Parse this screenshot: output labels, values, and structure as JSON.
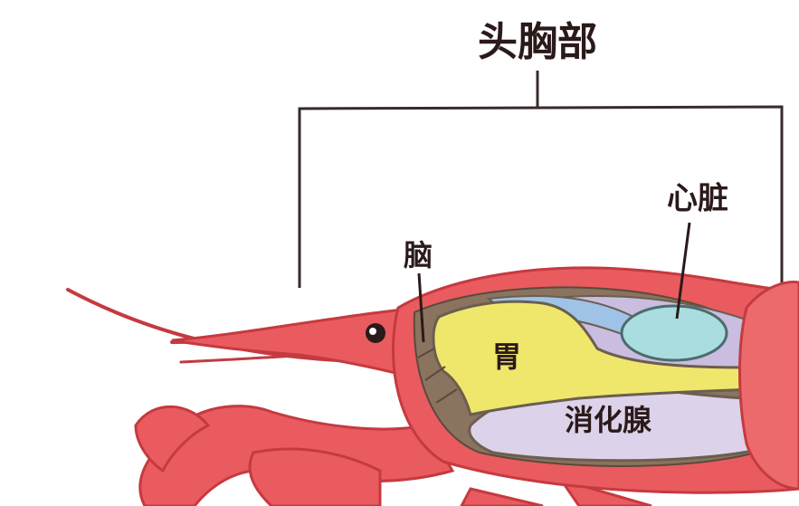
{
  "labels": {
    "cephalothorax": "头胸部",
    "heart": "心脏",
    "brain": "脑",
    "stomach": "胃",
    "digestive_gland": "消化腺"
  },
  "colors": {
    "body": "#e95b5f",
    "body_outline": "#c53a40",
    "stomach": "#efe76b",
    "heart": "#a9dde0",
    "digestive_gland": "#dcd3ea",
    "tissue": "#8a735f",
    "label_text": "#2b1a1a",
    "bracket": "#3a2a2a"
  }
}
